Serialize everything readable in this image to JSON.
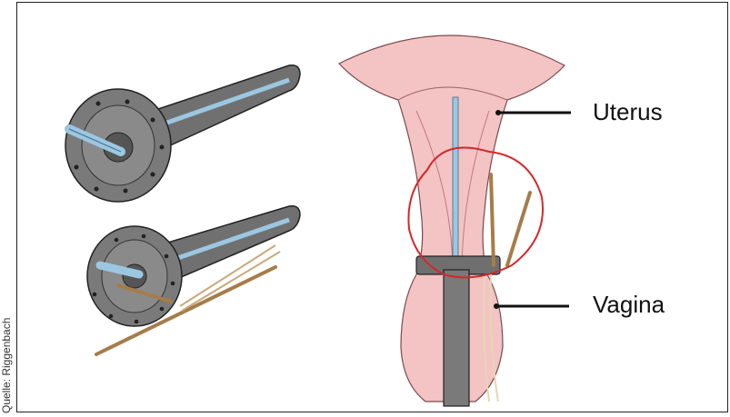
{
  "credit": "Quelle: Riggenbach",
  "labels": {
    "uterus": "Uterus",
    "vagina": "Vagina"
  },
  "colors": {
    "tissue": "#f4b7b9",
    "applicator": "#6f6f6f",
    "tube": "#9cc7e0",
    "needle": "#a57d4a",
    "outline": "#d6262a"
  }
}
